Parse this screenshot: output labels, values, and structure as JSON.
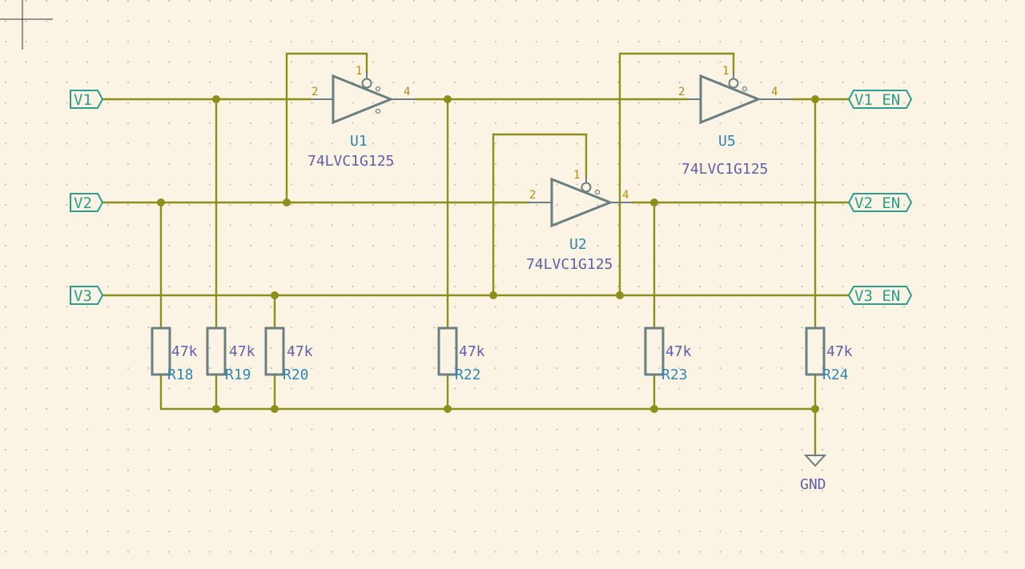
{
  "grid": {
    "dot_color": "#b8b8a8",
    "background": "#fbf4e4"
  },
  "colors": {
    "wire": "#8c8f1a",
    "symbol": "#6b7f82",
    "label": "#2e9c8e",
    "reference": "#2f86b5",
    "value": "#6060a8",
    "pin_number": "#b58a1c"
  },
  "inputs": [
    {
      "name": "V1"
    },
    {
      "name": "V2"
    },
    {
      "name": "V3"
    }
  ],
  "outputs": [
    {
      "name": "V1_EN"
    },
    {
      "name": "V2_EN"
    },
    {
      "name": "V3_EN"
    }
  ],
  "buffers": [
    {
      "ref": "U1",
      "value": "74LVC1G125",
      "pin_oe": "1",
      "pin_in": "2",
      "pin_out": "4"
    },
    {
      "ref": "U2",
      "value": "74LVC1G125",
      "pin_oe": "1",
      "pin_in": "2",
      "pin_out": "4"
    },
    {
      "ref": "U5",
      "value": "74LVC1G125",
      "pin_oe": "1",
      "pin_in": "2",
      "pin_out": "4"
    }
  ],
  "resistors": [
    {
      "ref": "R18",
      "value": "47k"
    },
    {
      "ref": "R19",
      "value": "47k"
    },
    {
      "ref": "R20",
      "value": "47k"
    },
    {
      "ref": "R22",
      "value": "47k"
    },
    {
      "ref": "R23",
      "value": "47k"
    },
    {
      "ref": "R24",
      "value": "47k"
    }
  ],
  "power": {
    "name": "GND"
  }
}
